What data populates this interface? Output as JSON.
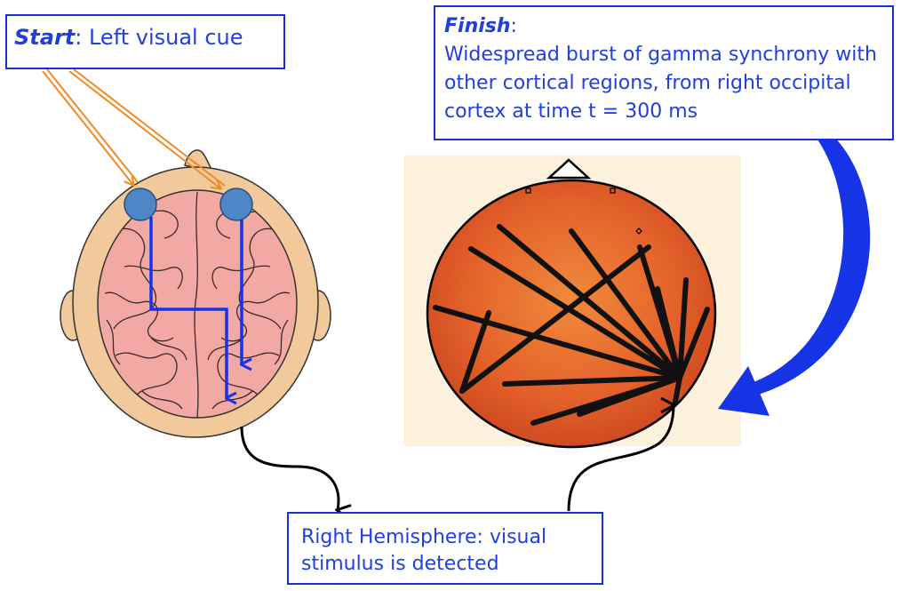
{
  "boxes": {
    "start": {
      "label": "Start",
      "text": ": Left visual cue"
    },
    "finish": {
      "label": "Finish",
      "text": ":",
      "body": "Widespread burst of gamma synchrony with other cortical regions, from right occipital cortex at time t = 300 ms"
    },
    "detect": {
      "text": "Right Hemisphere: visual stimulus is detected"
    }
  },
  "colors": {
    "box_border": "#1a2fd6",
    "text_blue": "#1f3fe0",
    "orange_arrow": "#f08a24",
    "blue_path": "#1533e8",
    "brain_pink": "#f2a9a3",
    "scalp": "#f2c99a",
    "electrode": "#4f86c6",
    "topo_background": "#fbf1dc",
    "topo_orange": "#e4622a",
    "big_arrow": "#1733e6"
  }
}
